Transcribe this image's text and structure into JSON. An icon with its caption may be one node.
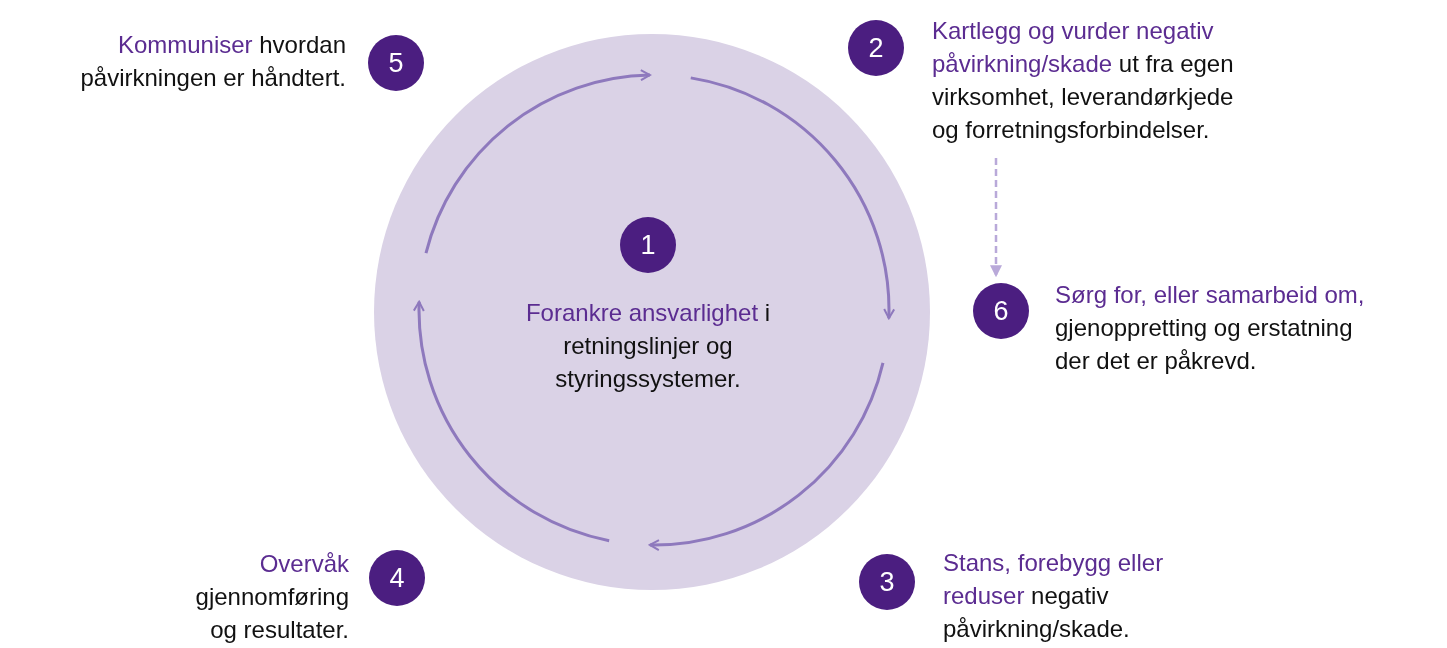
{
  "diagram": {
    "nodes": [
      {
        "text": [],
        "shape": "circle"
      },
      {
        "text": [
          "5"
        ],
        "beside": [
          "**Kommuniser** hvordan påvirkningen er håndtert."
        ]
      },
      {
        "text": [
          "2"
        ],
        "beside": [
          "**Kartlegg og vurder negativ påvirkning/skade** ut fra egen virksomhet, leverandørkjede og forretningsforbindelser."
        ]
      },
      {
        "text": [
          "1"
        ],
        "beside": [
          "**Forankre ansvarlighet** i retningslinjer og styringssystemer."
        ],
        "in": 0
      },
      {
        "text": [
          "6"
        ],
        "beside": [
          "**Sørg for, eller samarbeid om,** gjenoppretting og erstatning der det er påkrevd."
        ]
      },
      {
        "text": [
          "4"
        ],
        "beside": [
          "**Overvåk** gjennomføring og resultater."
        ]
      },
      {
        "text": [
          "3"
        ],
        "beside": [
          "**Stans, forebygg eller reduser** negativ påvirkning/skade."
        ]
      }
    ],
    "edges": [
      {
        "from": 2,
        "to": 4,
        "arrow": "to",
        "style": "dashed",
        "color": "#b9a9d9"
      }
    ]
  }
}
